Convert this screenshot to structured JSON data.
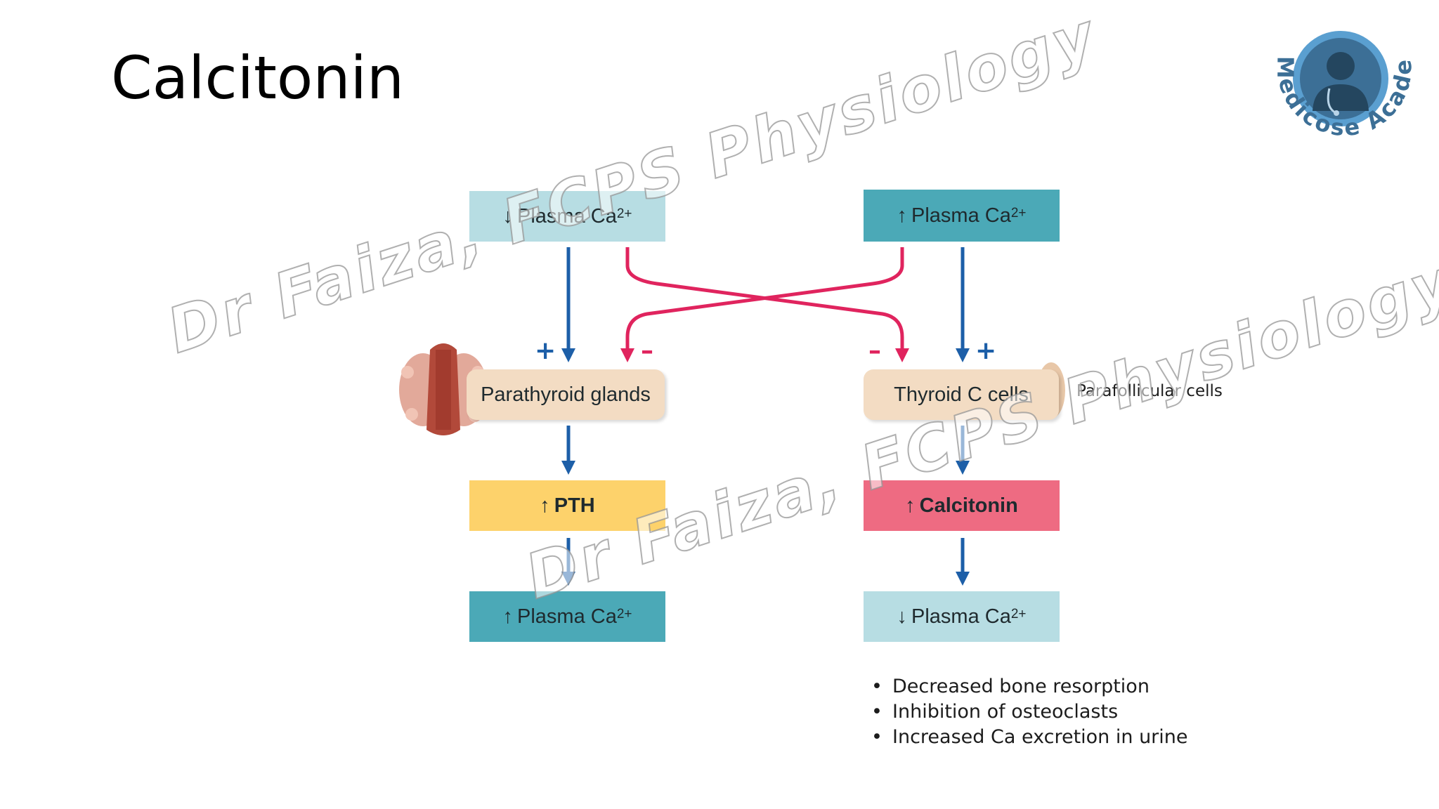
{
  "slide": {
    "title": "Calcitonin"
  },
  "diagram": {
    "left": {
      "top_box": {
        "arrow": "↓",
        "text": "Plasma Ca",
        "sup": "2+"
      },
      "gland_box": {
        "text": "Parathyroid glands"
      },
      "hormone_box": {
        "arrow": "↑",
        "text": "PTH"
      },
      "result_box": {
        "arrow": "↑",
        "text": "Plasma Ca",
        "sup": "2+"
      },
      "plus_sign": "+",
      "minus_sign": "–"
    },
    "right": {
      "top_box": {
        "arrow": "↑",
        "text": "Plasma Ca",
        "sup": "2+"
      },
      "gland_box": {
        "text": "Thyroid C cells"
      },
      "hormone_box": {
        "arrow": "↑",
        "text": "Calcitonin"
      },
      "result_box": {
        "arrow": "↓",
        "text": "Plasma Ca",
        "sup": "2+"
      },
      "plus_sign": "+",
      "minus_sign": "–",
      "side_label": "Parafollicular cells"
    }
  },
  "effects": [
    "Decreased bone resorption",
    "Inhibition of osteoclasts",
    "Increased Ca excretion in urine"
  ],
  "watermark": {
    "text": "Dr Faiza, FCPS Physiology"
  },
  "logo": {
    "text": "Medicose Academics"
  },
  "colors": {
    "light_teal": "#b7dde3",
    "teal": "#4ba9b7",
    "beige": "#f3dcc3",
    "yellow": "#fdd26b",
    "pink": "#ee6b82",
    "blue_arrow": "#1d5fa8",
    "red_arrow": "#e0245e"
  }
}
